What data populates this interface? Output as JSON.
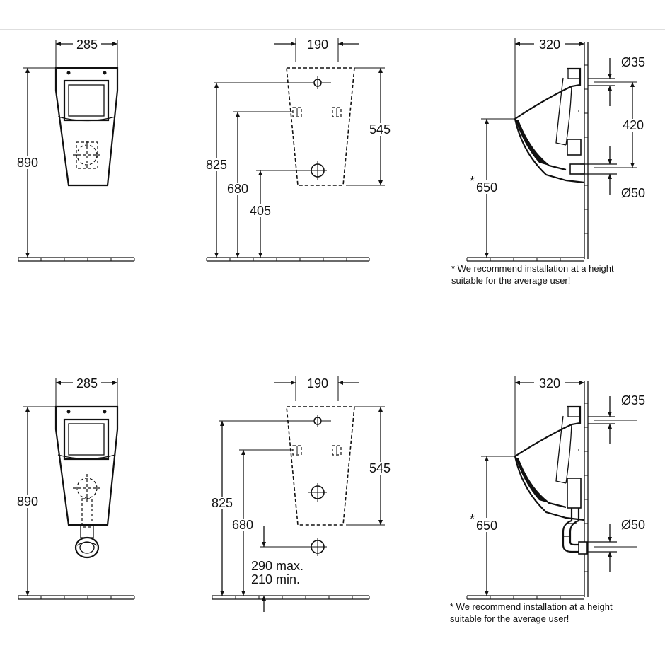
{
  "dimensions": {
    "top": {
      "front_width": "285",
      "front_height": "890",
      "back_width": "190",
      "back_height_1": "825",
      "back_height_2": "680",
      "back_height_3": "405",
      "back_height_right": "545",
      "side_depth": "320",
      "side_diam_inlet": "Ø35",
      "side_spacing": "420",
      "side_diam_outlet": "Ø50",
      "side_height": "650",
      "side_star": "*"
    },
    "bottom": {
      "front_width": "285",
      "front_height": "890",
      "back_width": "190",
      "back_height_1": "825",
      "back_height_2": "680",
      "back_height_right": "545",
      "back_trap_max": "290 max.",
      "back_trap_min": "210 min.",
      "side_depth": "320",
      "side_diam_inlet": "Ø35",
      "side_diam_outlet": "Ø50",
      "side_height": "650",
      "side_star": "*"
    }
  },
  "notes": {
    "top_line1": "* We recommend installation at a height",
    "top_line2": "suitable  for the average user!",
    "bottom_line1": "* We recommend installation at a height",
    "bottom_line2": "suitable  for the average user!"
  }
}
